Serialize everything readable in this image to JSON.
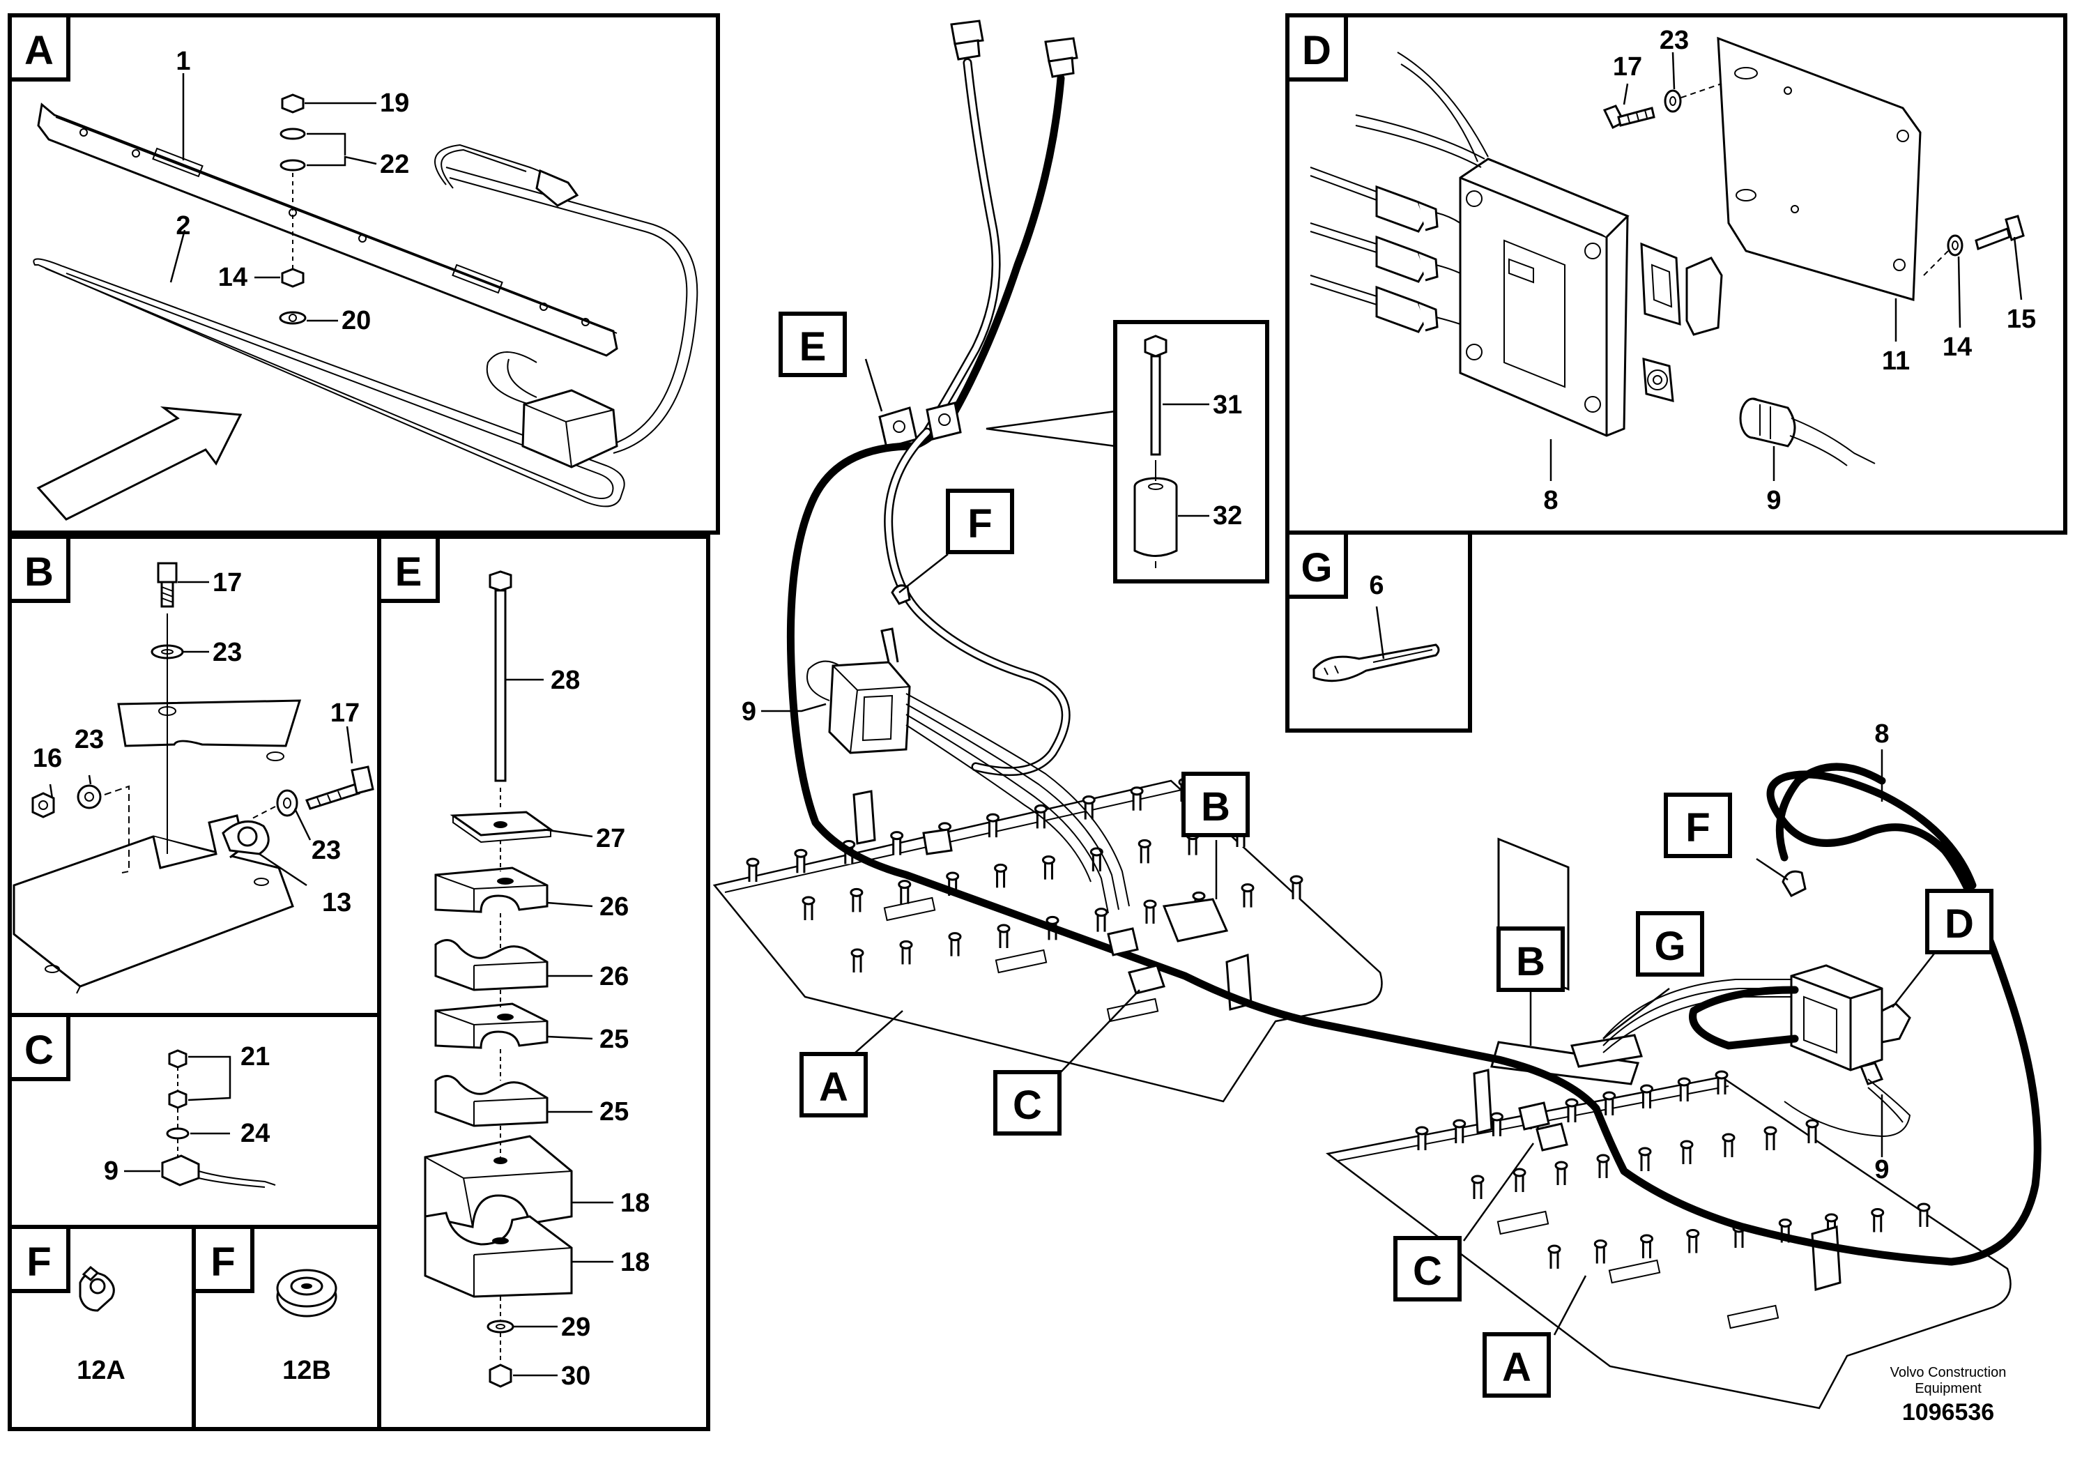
{
  "panels": {
    "A": {
      "tag": "A",
      "labels": {
        "p1": "1",
        "p2": "2",
        "p19": "19",
        "p22": "22",
        "p14": "14",
        "p20": "20"
      }
    },
    "B": {
      "tag": "B",
      "labels": {
        "p17a": "17",
        "p23a": "23",
        "p16": "16",
        "p23b": "23",
        "p17b": "17",
        "p23c": "23",
        "p13": "13"
      }
    },
    "C": {
      "tag": "C",
      "labels": {
        "p21": "21",
        "p24": "24",
        "p9": "9"
      }
    },
    "E": {
      "tag": "E",
      "labels": {
        "p28": "28",
        "p27": "27",
        "p26a": "26",
        "p26b": "26",
        "p25a": "25",
        "p25b": "25",
        "p18a": "18",
        "p18b": "18",
        "p29": "29",
        "p30": "30"
      }
    },
    "F1": {
      "tag": "F",
      "labels": {
        "part": "12A"
      }
    },
    "F2": {
      "tag": "F",
      "labels": {
        "part": "12B"
      }
    },
    "D": {
      "tag": "D",
      "labels": {
        "p17": "17",
        "p23": "23",
        "p8": "8",
        "p9": "9",
        "p11": "11",
        "p14": "14",
        "p15": "15"
      }
    },
    "G": {
      "tag": "G",
      "labels": {
        "p6": "6"
      }
    }
  },
  "inset": {
    "p31": "31",
    "p32": "32"
  },
  "callouts": {
    "E": "E",
    "F_left": "F",
    "B_left": "B",
    "A_left": "A",
    "C_left": "C",
    "F_right": "F",
    "B_right": "B",
    "G_right": "G",
    "D_right": "D",
    "C_right": "C",
    "A_right": "A"
  },
  "main_labels": {
    "p9_left": "9",
    "p8_right": "8",
    "p9_right": "9"
  },
  "footer": {
    "company_line1": "Volvo Construction",
    "company_line2": "Equipment",
    "drawing_number": "1096536"
  }
}
